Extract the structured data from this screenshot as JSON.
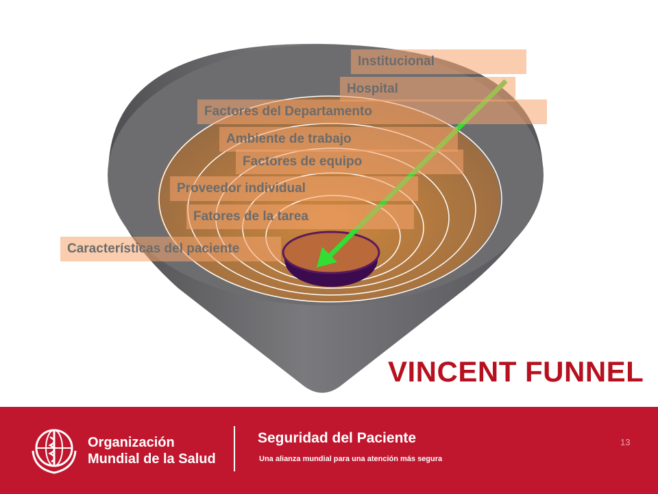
{
  "diagram": {
    "title": "VINCENT FUNNEL",
    "layers": [
      "Institucional",
      "Hospital",
      "Factores del Departamento",
      "Ambiente de trabajo",
      "Factores de equipo",
      "Proveedor individual",
      "Fatores de la tarea",
      "Características del paciente"
    ],
    "colors": {
      "funnel": "#6b6b6d",
      "inner": "#b5742f",
      "label_fill": "#f5a46e",
      "arrow": "#33dd33",
      "core": "#3b0a4f",
      "title": "#b7101f"
    }
  },
  "footer": {
    "org_line1": "Organización",
    "org_line2": "Mundial de la Salud",
    "program_title": "Seguridad del Paciente",
    "tagline": "Una alianza mundial para una atención más segura",
    "page_number": "13",
    "background_color": "#c0172f"
  }
}
